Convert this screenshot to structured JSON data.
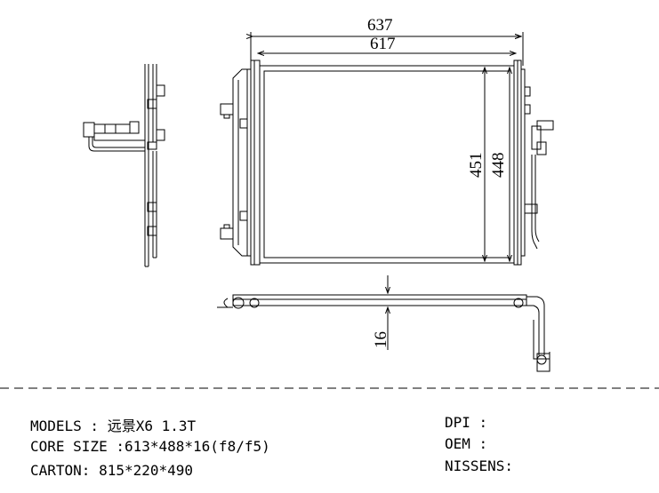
{
  "dimensions": {
    "overall_width": "637",
    "core_width": "617",
    "overall_height": "451",
    "core_height": "448",
    "thickness": "16"
  },
  "specs_left": [
    {
      "label": "MODELS : ",
      "value": "远景X6 1.3T"
    },
    {
      "label": "CORE SIZE :",
      "value": "613*488*16(f8/f5)"
    },
    {
      "label": "CARTON: ",
      "value": "815*220*490"
    }
  ],
  "specs_right": [
    {
      "label": "DPI :",
      "value": ""
    },
    {
      "label": "OEM :",
      "value": ""
    },
    {
      "label": "NISSENS:",
      "value": ""
    }
  ]
}
